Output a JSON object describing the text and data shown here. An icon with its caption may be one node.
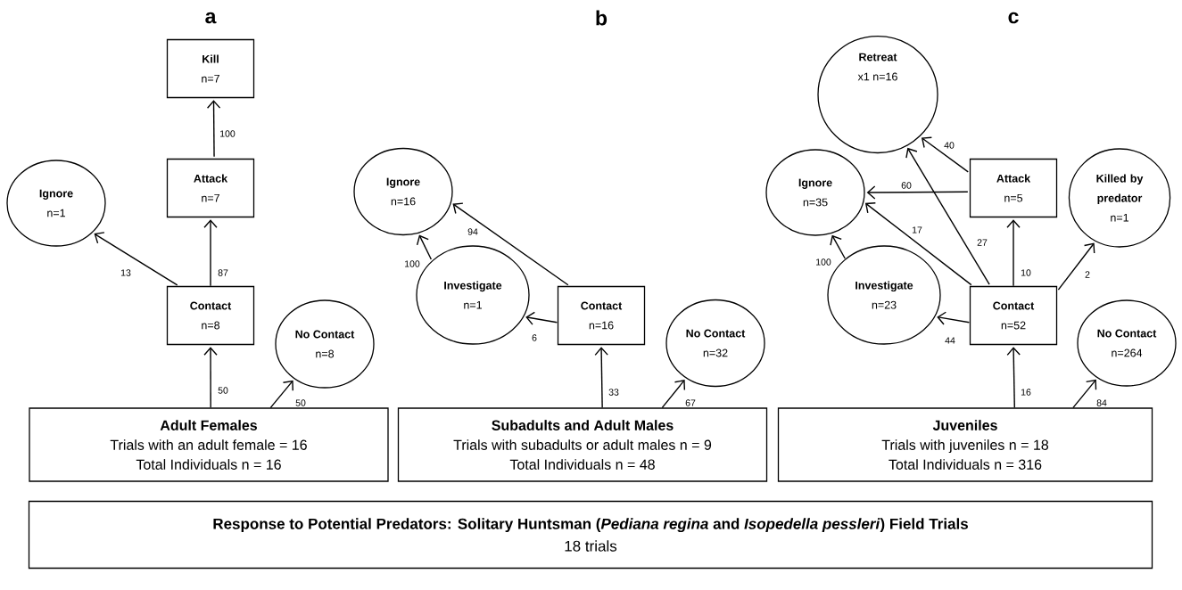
{
  "diagram": {
    "nodes": [
      {
        "text": [
          "Adult Females",
          "Trials with an adult female = 16",
          "Total Individuals n = 16"
        ]
      },
      {
        "text": [
          "Contact",
          "n=8"
        ]
      },
      {
        "text": [
          "Attack",
          "n=7"
        ]
      },
      {
        "text": [
          "Kill",
          "n=7"
        ]
      },
      {
        "text": [
          "Ignore",
          "n=1"
        ]
      },
      {
        "text": [
          "No Contact",
          "n=8"
        ]
      },
      {
        "text": [
          "Subadults and Adult Males",
          "Trials with subadults or adult males n = 9",
          "Total Individuals n = 48"
        ]
      },
      {
        "text": [
          "Contact",
          "n=16"
        ]
      },
      {
        "text": [
          "Investigate",
          "n=1"
        ]
      },
      {
        "text": [
          "Ignore",
          "n=16"
        ]
      },
      {
        "text": [
          "No Contact",
          "n=32"
        ]
      },
      {
        "text": [
          "Juveniles",
          "Trials with juveniles n = 18",
          "Total Individuals n = 316"
        ]
      },
      {
        "text": [
          "Contact",
          "n=52"
        ]
      },
      {
        "text": [
          "Attack",
          "n=5"
        ]
      },
      {
        "text": [
          "Retreat",
          "x1 n=16"
        ]
      },
      {
        "text": [
          "Ignore",
          "n=35"
        ]
      },
      {
        "text": [
          "Investigate",
          "n=23"
        ]
      },
      {
        "text": [
          "Killed by predator",
          "n=1"
        ]
      },
      {
        "text": [
          "No Contact",
          "n=264"
        ]
      },
      {
        "text": [
          "Response to Potential Predators: Solitary Huntsman (*Pediana regina* and *Isopedella pessleri*) Field Trials",
          "18 trials"
        ]
      }
    ],
    "edges": [
      {
        "from": 0,
        "to": 1,
        "arrow": "to",
        "label": "50"
      },
      {
        "from": 0,
        "to": 5,
        "arrow": "to",
        "label": "50"
      },
      {
        "from": 1,
        "to": 2,
        "arrow": "to",
        "label": "87"
      },
      {
        "from": 1,
        "to": 4,
        "arrow": "to",
        "label": "13"
      },
      {
        "from": 2,
        "to": 3,
        "arrow": "to",
        "label": "100"
      },
      {
        "from": 6,
        "to": 7,
        "arrow": "to",
        "label": "33"
      },
      {
        "from": 6,
        "to": 10,
        "arrow": "to",
        "label": "67"
      },
      {
        "from": 7,
        "to": 8,
        "arrow": "to",
        "label": "6"
      },
      {
        "from": 7,
        "to": 9,
        "arrow": "to",
        "label": "94"
      },
      {
        "from": 8,
        "to": 9,
        "arrow": "to",
        "label": "100"
      },
      {
        "from": 11,
        "to": 12,
        "arrow": "to",
        "label": "16"
      },
      {
        "from": 11,
        "to": 18,
        "arrow": "to",
        "label": "84"
      },
      {
        "from": 12,
        "to": 13,
        "arrow": "to",
        "label": "10"
      },
      {
        "from": 12,
        "to": 17,
        "arrow": "to",
        "label": "2"
      },
      {
        "from": 12,
        "to": 16,
        "arrow": "to",
        "label": "44"
      },
      {
        "from": 12,
        "to": 15,
        "arrow": "to",
        "label": "17"
      },
      {
        "from": 12,
        "to": 14,
        "arrow": "to",
        "label": "27"
      },
      {
        "from": 13,
        "to": 14,
        "arrow": "to",
        "label": "40"
      },
      {
        "from": 13,
        "to": 15,
        "arrow": "to",
        "label": "60"
      },
      {
        "from": 16,
        "to": 15,
        "arrow": "to",
        "label": "100"
      }
    ],
    "labels": [
      "a",
      "b",
      "c"
    ]
  }
}
